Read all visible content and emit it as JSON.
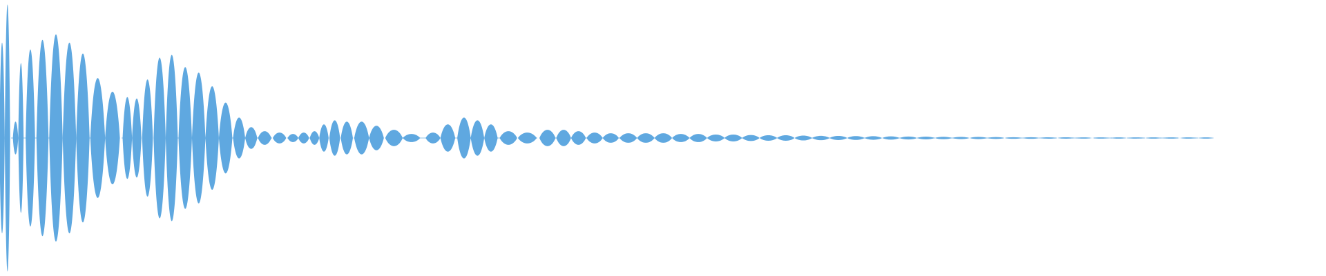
{
  "waveform": {
    "color": "#5fa8e0",
    "background": "#ffffff",
    "style": "mirrored-amplitude-envelope",
    "lobes": [
      {
        "t": 0.0,
        "a": 0.7
      },
      {
        "t": 0.004,
        "a": 0.98
      },
      {
        "t": 0.01,
        "a": 0.12
      },
      {
        "t": 0.014,
        "a": 0.55
      },
      {
        "t": 0.021,
        "a": 0.65
      },
      {
        "t": 0.03,
        "a": 0.72
      },
      {
        "t": 0.04,
        "a": 0.76
      },
      {
        "t": 0.05,
        "a": 0.7
      },
      {
        "t": 0.06,
        "a": 0.62
      },
      {
        "t": 0.071,
        "a": 0.44
      },
      {
        "t": 0.082,
        "a": 0.34
      },
      {
        "t": 0.093,
        "a": 0.3
      },
      {
        "t": 0.1,
        "a": 0.29
      },
      {
        "t": 0.108,
        "a": 0.43
      },
      {
        "t": 0.117,
        "a": 0.59
      },
      {
        "t": 0.126,
        "a": 0.61
      },
      {
        "t": 0.136,
        "a": 0.52
      },
      {
        "t": 0.146,
        "a": 0.48
      },
      {
        "t": 0.156,
        "a": 0.38
      },
      {
        "t": 0.166,
        "a": 0.26
      },
      {
        "t": 0.176,
        "a": 0.15
      },
      {
        "t": 0.185,
        "a": 0.08
      },
      {
        "t": 0.195,
        "a": 0.05
      },
      {
        "t": 0.206,
        "a": 0.04
      },
      {
        "t": 0.216,
        "a": 0.03
      },
      {
        "t": 0.224,
        "a": 0.04
      },
      {
        "t": 0.232,
        "a": 0.05
      },
      {
        "t": 0.239,
        "a": 0.1
      },
      {
        "t": 0.247,
        "a": 0.13
      },
      {
        "t": 0.256,
        "a": 0.12
      },
      {
        "t": 0.267,
        "a": 0.12
      },
      {
        "t": 0.278,
        "a": 0.09
      },
      {
        "t": 0.291,
        "a": 0.06
      },
      {
        "t": 0.304,
        "a": 0.03
      },
      {
        "t": 0.32,
        "a": 0.04
      },
      {
        "t": 0.331,
        "a": 0.1
      },
      {
        "t": 0.343,
        "a": 0.15
      },
      {
        "t": 0.353,
        "a": 0.13
      },
      {
        "t": 0.363,
        "a": 0.1
      },
      {
        "t": 0.376,
        "a": 0.05
      },
      {
        "t": 0.39,
        "a": 0.04
      },
      {
        "t": 0.405,
        "a": 0.06
      },
      {
        "t": 0.417,
        "a": 0.06
      },
      {
        "t": 0.428,
        "a": 0.05
      },
      {
        "t": 0.44,
        "a": 0.04
      },
      {
        "t": 0.452,
        "a": 0.035
      },
      {
        "t": 0.465,
        "a": 0.035
      },
      {
        "t": 0.478,
        "a": 0.035
      },
      {
        "t": 0.491,
        "a": 0.035
      },
      {
        "t": 0.504,
        "a": 0.03
      },
      {
        "t": 0.517,
        "a": 0.03
      },
      {
        "t": 0.53,
        "a": 0.025
      },
      {
        "t": 0.543,
        "a": 0.025
      },
      {
        "t": 0.556,
        "a": 0.022
      },
      {
        "t": 0.569,
        "a": 0.02
      },
      {
        "t": 0.582,
        "a": 0.02
      },
      {
        "t": 0.595,
        "a": 0.018
      },
      {
        "t": 0.608,
        "a": 0.016
      },
      {
        "t": 0.621,
        "a": 0.015
      },
      {
        "t": 0.634,
        "a": 0.014
      },
      {
        "t": 0.647,
        "a": 0.013
      },
      {
        "t": 0.66,
        "a": 0.012
      },
      {
        "t": 0.673,
        "a": 0.011
      },
      {
        "t": 0.686,
        "a": 0.01
      },
      {
        "t": 0.699,
        "a": 0.009
      },
      {
        "t": 0.712,
        "a": 0.008
      },
      {
        "t": 0.725,
        "a": 0.008
      },
      {
        "t": 0.738,
        "a": 0.007
      },
      {
        "t": 0.751,
        "a": 0.006
      },
      {
        "t": 0.764,
        "a": 0.006
      },
      {
        "t": 0.777,
        "a": 0.005
      },
      {
        "t": 0.79,
        "a": 0.005
      },
      {
        "t": 0.803,
        "a": 0.004
      },
      {
        "t": 0.816,
        "a": 0.004
      },
      {
        "t": 0.829,
        "a": 0.003
      },
      {
        "t": 0.842,
        "a": 0.003
      },
      {
        "t": 0.855,
        "a": 0.003
      },
      {
        "t": 0.868,
        "a": 0.002
      },
      {
        "t": 0.881,
        "a": 0.002
      },
      {
        "t": 0.894,
        "a": 0.002
      }
    ]
  }
}
